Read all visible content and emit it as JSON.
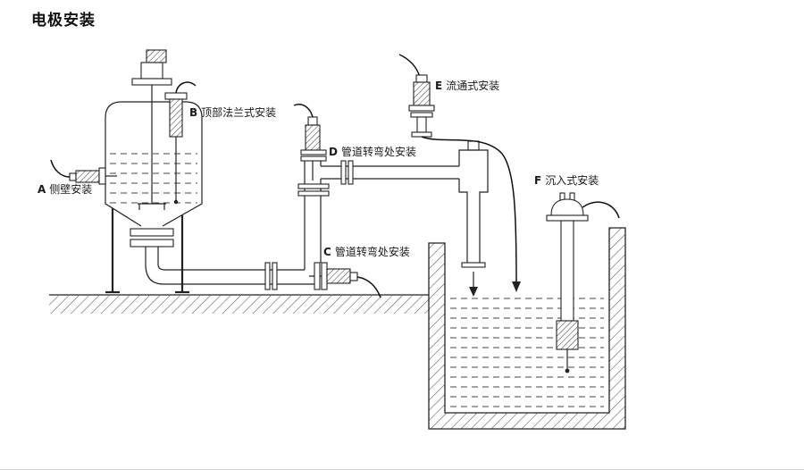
{
  "page": {
    "title": "电极安装"
  },
  "diagram": {
    "labels": {
      "A": {
        "letter": "A",
        "text": "侧壁安装"
      },
      "B": {
        "letter": "B",
        "text": "顶部法兰式安装"
      },
      "C": {
        "letter": "C",
        "text": "管道转弯处安装"
      },
      "D": {
        "letter": "D",
        "text": "管道转弯处安装"
      },
      "E": {
        "letter": "E",
        "text": "流通式安装"
      },
      "F": {
        "letter": "F",
        "text": "沉入式安装"
      }
    },
    "colors": {
      "line": "#222222",
      "background": "#ffffff",
      "divider": "#d7d7d7"
    }
  }
}
